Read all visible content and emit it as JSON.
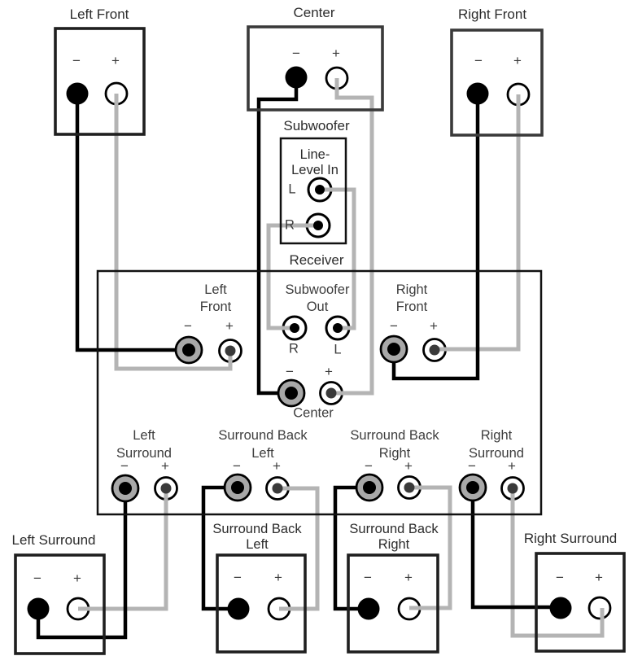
{
  "colors": {
    "wire_black": "#000000",
    "wire_gray": "#b4b4b4",
    "post_gray": "#a8a8a8",
    "plus_dot": "#3a3a3a",
    "label": "#3d3d3d",
    "outline": "#1f1f1f"
  },
  "signs": {
    "minus": "−",
    "plus": "+"
  },
  "top_speakers": [
    {
      "id": "left-front",
      "title": "Left Front"
    },
    {
      "id": "center",
      "title": "Center"
    },
    {
      "id": "right-front",
      "title": "Right Front"
    }
  ],
  "subwoofer": {
    "title": "Subwoofer",
    "panel_line1": "Line-",
    "panel_line2": "Level In",
    "l": "L",
    "r": "R"
  },
  "receiver": {
    "label": "Receiver",
    "left_front": {
      "line1": "Left",
      "line2": "Front"
    },
    "subwoofer_out": {
      "line1": "Subwoofer",
      "line2": "Out",
      "r": "R",
      "l": "L"
    },
    "right_front": {
      "line1": "Right",
      "line2": "Front"
    },
    "center": {
      "label": "Center"
    },
    "left_surround": {
      "line1": "Left",
      "line2": "Surround"
    },
    "surround_back_left": {
      "line1": "Surround Back",
      "line2": "Left"
    },
    "surround_back_right": {
      "line1": "Surround Back",
      "line2": "Right"
    },
    "right_surround": {
      "line1": "Right",
      "line2": "Surround"
    }
  },
  "bottom_speakers": [
    {
      "id": "left-surround",
      "line1": "Left Surround",
      "line2": ""
    },
    {
      "id": "surround-back-left",
      "line1": "Surround Back",
      "line2": "Left"
    },
    {
      "id": "surround-back-right",
      "line1": "Surround Back",
      "line2": "Right"
    },
    {
      "id": "right-surround",
      "line1": "Right Surround",
      "line2": ""
    }
  ]
}
